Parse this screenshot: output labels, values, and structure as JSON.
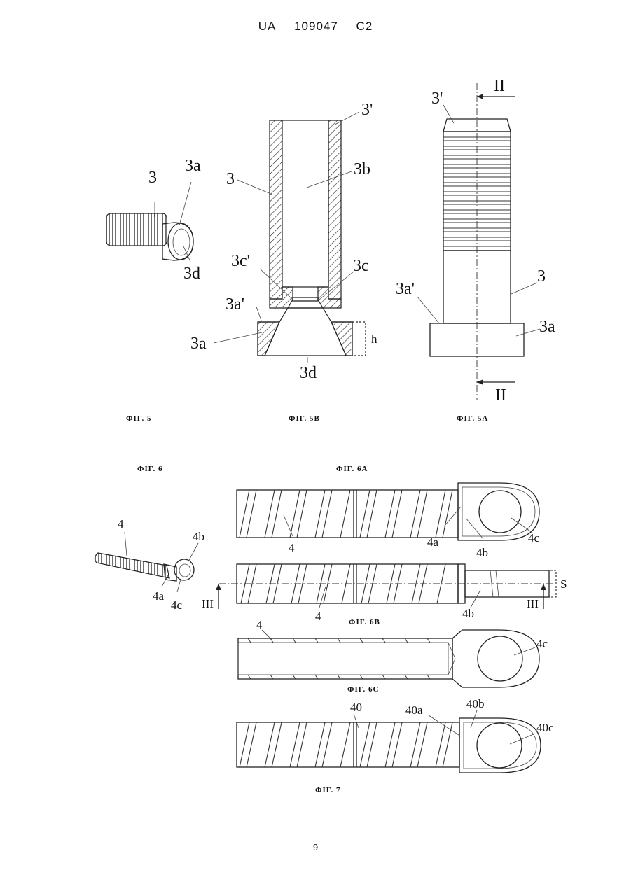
{
  "header": {
    "country": "UA",
    "number": "109047",
    "kind": "C2"
  },
  "page_number": "9",
  "figures": {
    "fig5": {
      "caption": "ФІГ. 5",
      "labels": [
        "3",
        "3a",
        "3d"
      ]
    },
    "fig5b": {
      "caption": "ФІГ. 5B",
      "labels": [
        "3'",
        "3",
        "3b",
        "3c'",
        "3c",
        "3a'",
        "3a",
        "3d",
        "h"
      ]
    },
    "fig5a": {
      "caption": "ФІГ. 5A",
      "labels": [
        "II",
        "3'",
        "3a'",
        "3",
        "3a",
        "II"
      ]
    },
    "fig6": {
      "caption": "ФІГ. 6",
      "labels": [
        "4",
        "4b",
        "4a",
        "4c"
      ]
    },
    "fig6a": {
      "caption": "ФІГ. 6A",
      "labels": [
        "4",
        "4a",
        "4b",
        "4c"
      ]
    },
    "fig6b": {
      "caption": "ФІГ. 6B",
      "labels": [
        "III",
        "4",
        "4b",
        "S",
        "III"
      ]
    },
    "fig6c": {
      "caption": "ФІГ. 6C",
      "labels": [
        "4",
        "4c"
      ]
    },
    "fig7": {
      "caption": "ФІГ. 7",
      "labels": [
        "40",
        "40a",
        "40b",
        "40c"
      ]
    }
  }
}
